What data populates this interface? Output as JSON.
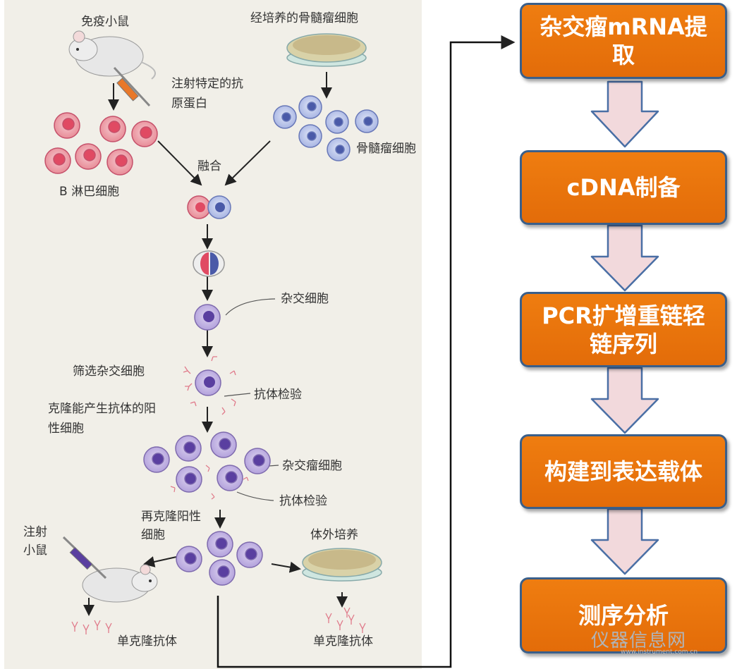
{
  "left": {
    "immune_mouse": "免疫小鼠",
    "inject_antigen": "注射特定的抗原蛋白",
    "cultured_myeloma": "经培养的骨髓瘤细胞",
    "myeloma_cells": "骨髓瘤细胞",
    "b_cells": "B 淋巴细胞",
    "fusion": "融合",
    "hybrid_cell": "杂交细胞",
    "screen_hybrid": "筛选杂交细胞",
    "antibody_test_1": "抗体检验",
    "clone_positive": "克隆能产生抗体的阳性细胞",
    "hybridoma": "杂交瘤细胞",
    "antibody_test_2": "抗体检验",
    "reclone_positive": "再克隆阳性细胞",
    "inject_mouse": "注射小鼠",
    "in_vitro_culture": "体外培养",
    "mab_left": "单克隆抗体",
    "mab_right": "单克隆抗体"
  },
  "flow": {
    "steps": [
      "杂交瘤mRNA提取",
      "cDNA制备",
      "PCR扩增重链轻链序列",
      "构建到表达载体",
      "测序分析"
    ]
  },
  "watermark": {
    "text": "仪器信息网",
    "url": "www.instrument.com.cn"
  },
  "colors": {
    "box_fill": "#e8710d",
    "box_border": "#3a5f8a",
    "down_arrow_fill": "#f2d9dc",
    "down_arrow_stroke": "#4a6fa5",
    "b_cell": "#e06a78",
    "myeloma_cell": "#8e9fd6",
    "hybrid_cell": "#8b6cc2"
  }
}
